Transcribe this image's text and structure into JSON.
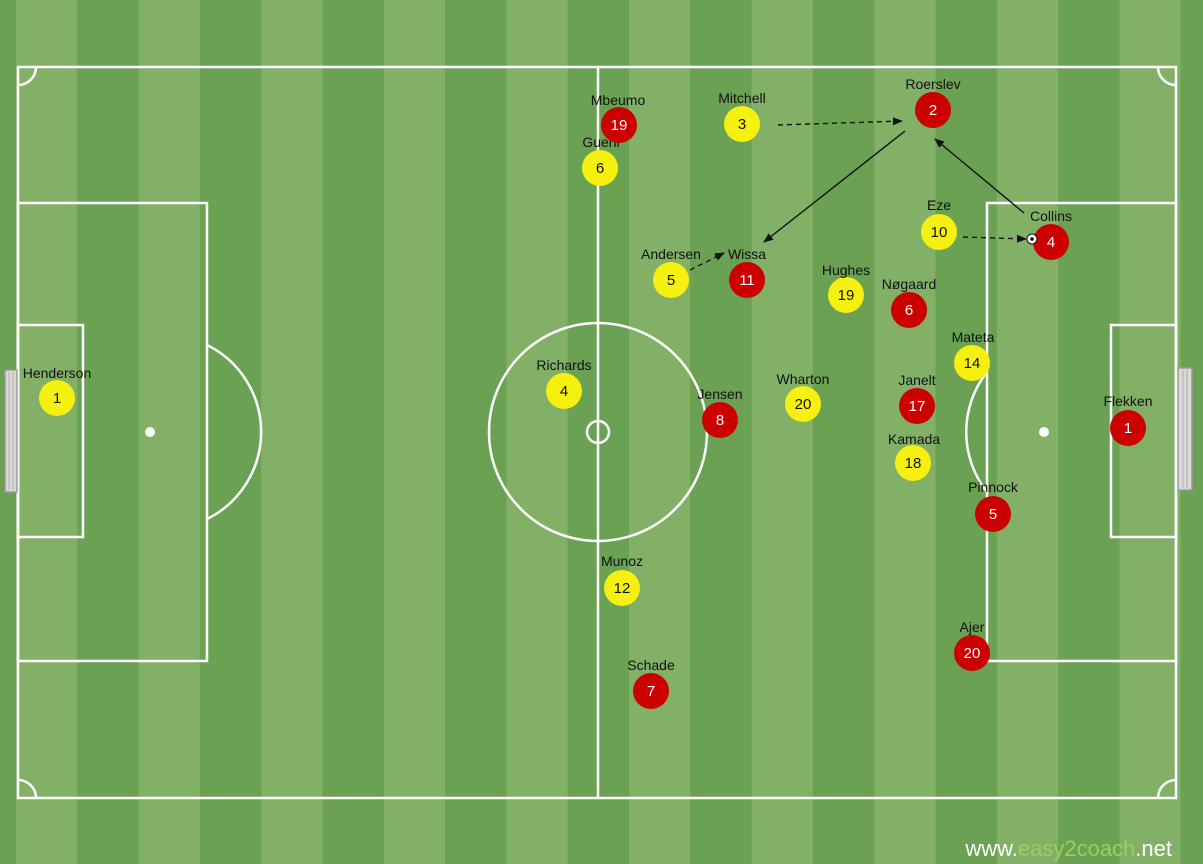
{
  "colors": {
    "grass_light": "#82b066",
    "grass_dark": "#6aa152",
    "lines": "#ffffff",
    "team_yellow": "#f5f00f",
    "team_red": "#cc0000"
  },
  "watermark": {
    "prefix": "www.",
    "brand": "easy2coach",
    "suffix": ".net"
  },
  "teams": {
    "yellow": {
      "color": "#f5f00f",
      "players": [
        {
          "name": "Henderson",
          "number": "1"
        },
        {
          "name": "Guehi",
          "number": "6"
        },
        {
          "name": "Mitchell",
          "number": "3"
        },
        {
          "name": "Andersen",
          "number": "5"
        },
        {
          "name": "Richards",
          "number": "4"
        },
        {
          "name": "Munoz",
          "number": "12"
        },
        {
          "name": "Hughes",
          "number": "19"
        },
        {
          "name": "Wharton",
          "number": "20"
        },
        {
          "name": "Kamada",
          "number": "18"
        },
        {
          "name": "Eze",
          "number": "10"
        },
        {
          "name": "Mateta",
          "number": "14"
        }
      ]
    },
    "red": {
      "color": "#cc0000",
      "players": [
        {
          "name": "Mbeumo",
          "number": "19"
        },
        {
          "name": "Roerslev",
          "number": "2"
        },
        {
          "name": "Wissa",
          "number": "11"
        },
        {
          "name": "Jensen",
          "number": "8"
        },
        {
          "name": "Schade",
          "number": "7"
        },
        {
          "name": "Nøgaard",
          "number": "6"
        },
        {
          "name": "Janelt",
          "number": "17"
        },
        {
          "name": "Collins",
          "number": "4"
        },
        {
          "name": "Pinnock",
          "number": "5"
        },
        {
          "name": "Ajer",
          "number": "20"
        },
        {
          "name": "Flekken",
          "number": "1"
        }
      ]
    }
  },
  "annotations": [
    {
      "type": "dribble-dashed",
      "from": "Mitchell",
      "to": "Roerslev"
    },
    {
      "type": "pass-solid",
      "from": "Roerslev",
      "to": "Wissa"
    },
    {
      "type": "dribble-dashed",
      "from": "Andersen",
      "to": "Wissa"
    },
    {
      "type": "pass-solid",
      "from": "Collins",
      "to": "Roerslev"
    },
    {
      "type": "dribble-dashed",
      "from": "Eze",
      "to": "Collins"
    }
  ],
  "ball": {
    "holder": "Collins",
    "icon": "football-icon"
  }
}
